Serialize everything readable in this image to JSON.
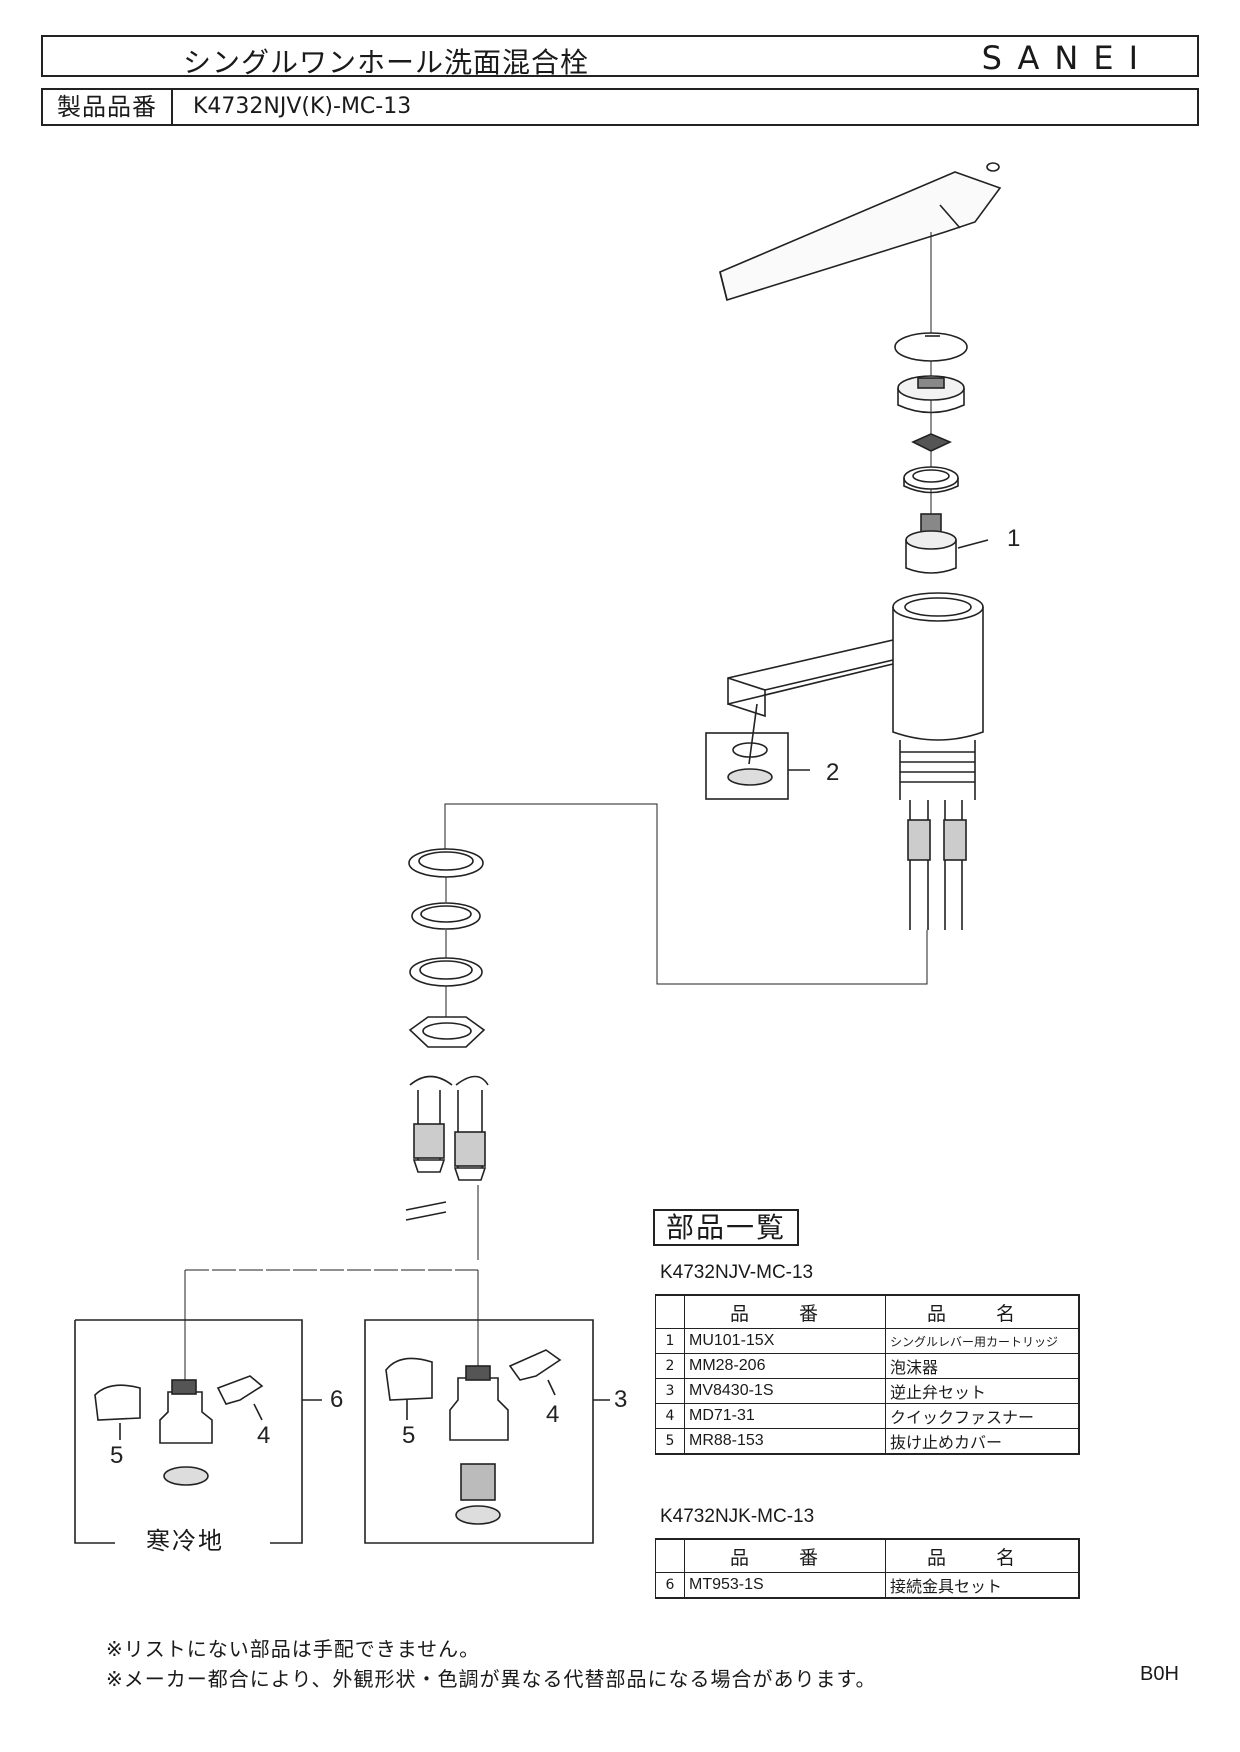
{
  "header": {
    "title": "シングルワンホール洗面混合栓",
    "brand": "SANEI",
    "model_label": "製品品番",
    "model_value": "K4732NJV(K)-MC-13"
  },
  "diagram": {
    "callouts": [
      "1",
      "2",
      "3",
      "4",
      "5",
      "6",
      "4",
      "5"
    ],
    "cold_region_label": "寒冷地"
  },
  "parts_list": {
    "heading": "部品一覧",
    "table_a": {
      "model": "K4732NJV-MC-13",
      "columns": [
        "品 番",
        "品 名"
      ],
      "rows": [
        {
          "no": "1",
          "code": "MU101-15X",
          "name": "シングルレバー用カートリッジ"
        },
        {
          "no": "2",
          "code": "MM28-206",
          "name": "泡沫器"
        },
        {
          "no": "3",
          "code": "MV8430-1S",
          "name": "逆止弁セット"
        },
        {
          "no": "4",
          "code": "MD71-31",
          "name": "クイックファスナー"
        },
        {
          "no": "5",
          "code": "MR88-153",
          "name": "抜け止めカバー"
        }
      ]
    },
    "table_b": {
      "model": "K4732NJK-MC-13",
      "columns": [
        "品 番",
        "品 名"
      ],
      "rows": [
        {
          "no": "6",
          "code": "MT953-1S",
          "name": "接続金具セット"
        }
      ]
    }
  },
  "notes": [
    "※リストにない部品は手配できません。",
    "※メーカー都合により、外観形状・色調が異なる代替部品になる場合があります。"
  ],
  "doc_code": "B0H"
}
